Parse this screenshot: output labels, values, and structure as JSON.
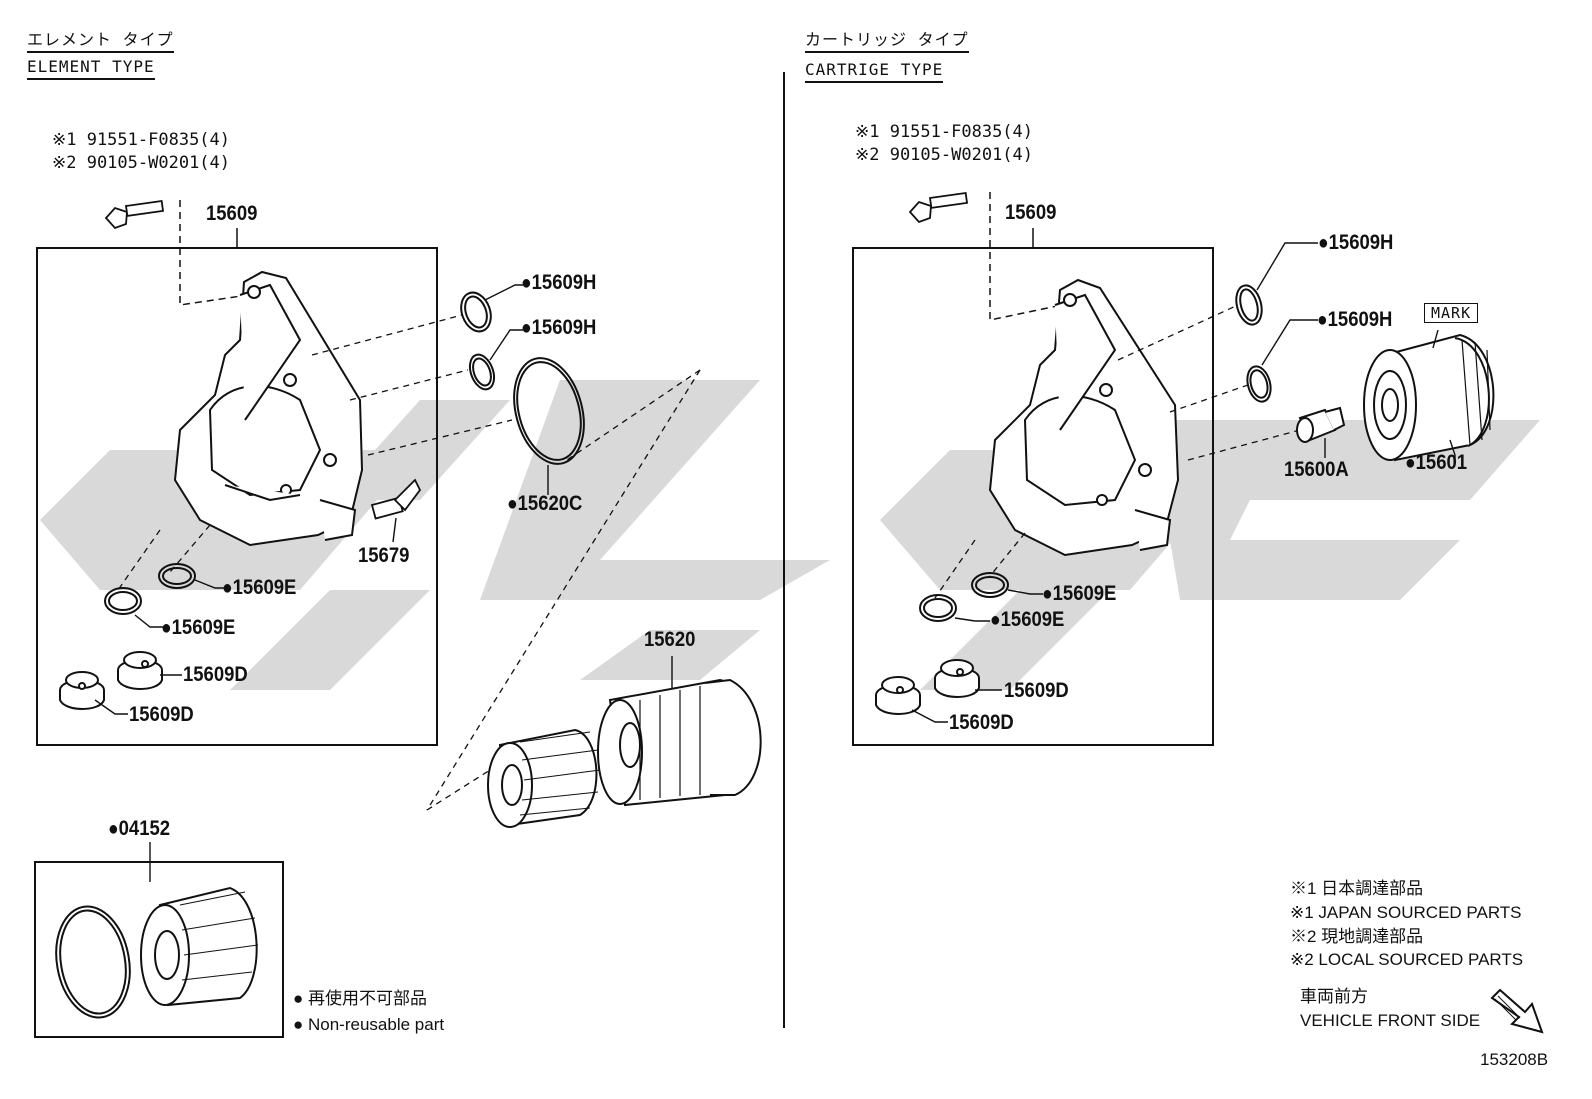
{
  "left_section": {
    "title_jp": "エレメント タイプ",
    "title_en": "ELEMENT TYPE",
    "bolt_note_1": "※1 91551-F0835(4)",
    "bolt_note_2": "※2 90105-W0201(4)",
    "labels": {
      "p15609": "15609",
      "p15609h_a": "15609H",
      "p15609h_b": "15609H",
      "p15620c": "15620C",
      "p15679": "15679",
      "p15609e_a": "15609E",
      "p15609e_b": "15609E",
      "p15609d_a": "15609D",
      "p15609d_b": "15609D",
      "p15620": "15620",
      "p04152": "04152"
    }
  },
  "right_section": {
    "title_jp": "カートリッジ タイプ",
    "title_en": "CARTRIGE TYPE",
    "bolt_note_1": "※1 91551-F0835(4)",
    "bolt_note_2": "※2 90105-W0201(4)",
    "labels": {
      "p15609": "15609",
      "p15609h_a": "15609H",
      "p15609h_b": "15609H",
      "mark": "MARK",
      "p15600a": "15600A",
      "p15601": "15601",
      "p15609e_a": "15609E",
      "p15609e_b": "15609E",
      "p15609d_a": "15609D",
      "p15609d_b": "15609D"
    }
  },
  "legend": {
    "nonreusable_jp": "再使用不可部品",
    "nonreusable_en": "Non-reusable part",
    "note1_jp": "※1 日本調達部品",
    "note1_en": "※1 JAPAN SOURCED PARTS",
    "note2_jp": "※2 現地調達部品",
    "note2_en": "※2 LOCAL SOURCED PARTS",
    "front_jp": "車両前方",
    "front_en": "VEHICLE FRONT SIDE"
  },
  "figure_code": "153208B"
}
